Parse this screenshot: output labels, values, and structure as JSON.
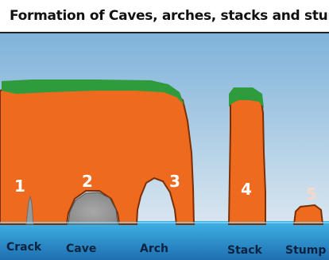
{
  "title": "Formation of Caves, arches, stacks and stumps",
  "features": [
    {
      "number": "1",
      "label": "Crack"
    },
    {
      "number": "2",
      "label": "Cave"
    },
    {
      "number": "3",
      "label": "Arch"
    },
    {
      "number": "4",
      "label": "Stack"
    },
    {
      "number": "5",
      "label": "Stump"
    }
  ],
  "colors": {
    "sky_top": "#7fb3da",
    "sky_bottom": "#d9e6f0",
    "sea_top": "#3fb3e6",
    "sea_bottom": "#1f6fb0",
    "rock": "#ee6a1f",
    "rock_outline": "#7a2f06",
    "grass": "#2e9b3c",
    "cave_dark": "#8a8a8a"
  }
}
